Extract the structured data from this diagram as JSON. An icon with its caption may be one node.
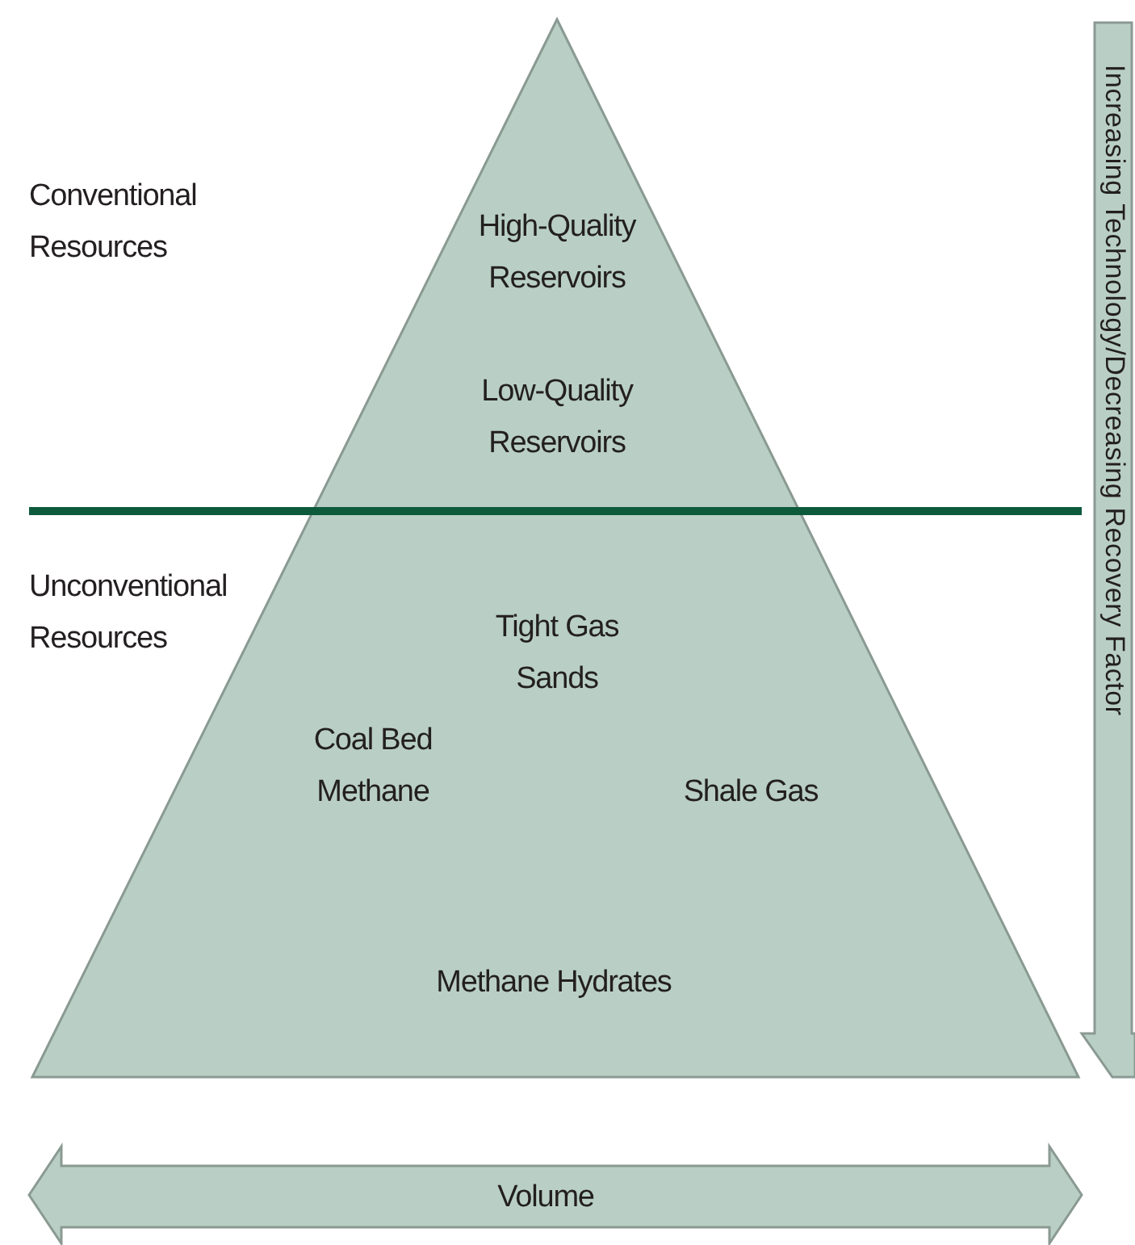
{
  "diagram": {
    "labels": [
      "Conventional Resources",
      "High-Quality Reservoirs",
      "Low-Quality Reservoirs",
      "Unconventional Resources",
      "Tight Gas Sands",
      "Coal Bed Methane",
      "Shale Gas",
      "Methane Hydrates",
      "Increasing Technology/Decreasing Recovery Factor",
      "Volume"
    ]
  }
}
